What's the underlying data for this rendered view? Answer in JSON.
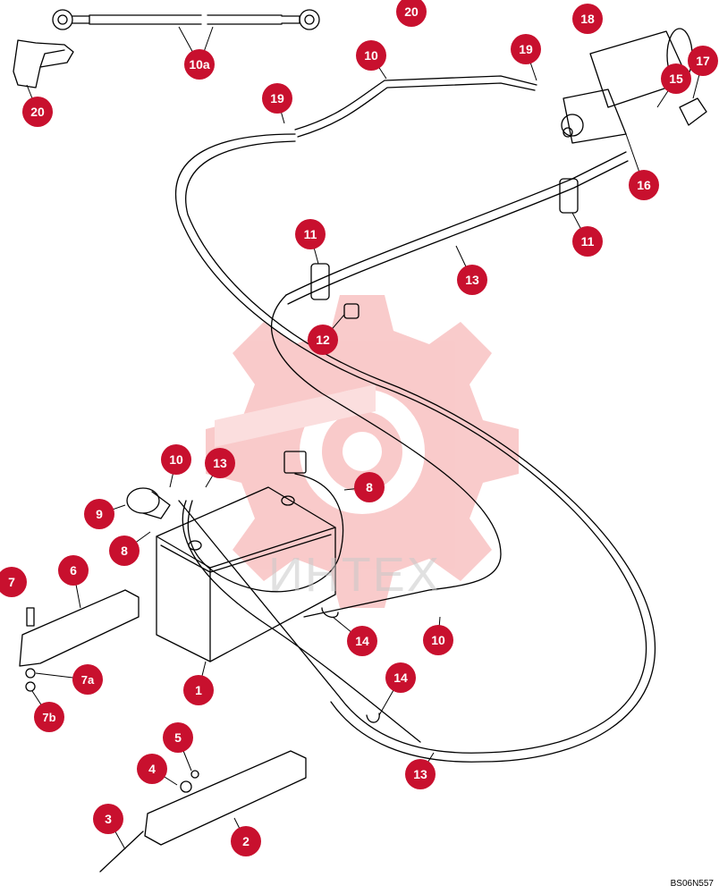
{
  "diagram": {
    "code": "BS06N557",
    "watermark_text": "ИНТЕХ",
    "colors": {
      "callout": "#c8102e",
      "line": "#000000",
      "watermark": "#f28c8c"
    },
    "callouts": [
      {
        "id": "c1",
        "label": "1"
      },
      {
        "id": "c2",
        "label": "2"
      },
      {
        "id": "c3",
        "label": "3"
      },
      {
        "id": "c4",
        "label": "4"
      },
      {
        "id": "c5",
        "label": "5"
      },
      {
        "id": "c6",
        "label": "6"
      },
      {
        "id": "c7",
        "label": "7"
      },
      {
        "id": "c7a",
        "label": "7a"
      },
      {
        "id": "c7b",
        "label": "7b"
      },
      {
        "id": "c8a",
        "label": "8"
      },
      {
        "id": "c8b",
        "label": "8"
      },
      {
        "id": "c9",
        "label": "9"
      },
      {
        "id": "c10a",
        "label": "10"
      },
      {
        "id": "c10b",
        "label": "10"
      },
      {
        "id": "c10c",
        "label": "10"
      },
      {
        "id": "c10x",
        "label": "10a"
      },
      {
        "id": "c11a",
        "label": "11"
      },
      {
        "id": "c11b",
        "label": "11"
      },
      {
        "id": "c12",
        "label": "12"
      },
      {
        "id": "c13a",
        "label": "13"
      },
      {
        "id": "c13b",
        "label": "13"
      },
      {
        "id": "c13c",
        "label": "13"
      },
      {
        "id": "c14a",
        "label": "14"
      },
      {
        "id": "c14b",
        "label": "14"
      },
      {
        "id": "c15",
        "label": "15"
      },
      {
        "id": "c16",
        "label": "16"
      },
      {
        "id": "c17",
        "label": "17"
      },
      {
        "id": "c18",
        "label": "18"
      },
      {
        "id": "c19a",
        "label": "19"
      },
      {
        "id": "c19b",
        "label": "19"
      },
      {
        "id": "c20a",
        "label": "20"
      },
      {
        "id": "c20b",
        "label": "20"
      }
    ]
  }
}
